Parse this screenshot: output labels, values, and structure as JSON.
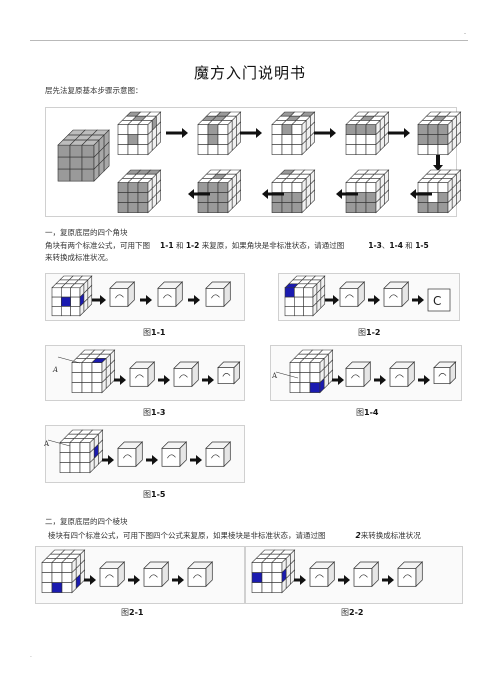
{
  "header": {
    "dot": "-"
  },
  "title": "魔方入门说明书",
  "intro": "层先法复原基本步骤示意图：",
  "section1": {
    "heading": "一，复原底层的四个角块",
    "line1_a": "角块有两个标准公式，可用下图",
    "line1_ref1": "1-1",
    "line1_and": " 和 ",
    "line1_ref2": "1-2",
    "line1_b": " 来复原，如果角块是非标准状态，请通过图",
    "line1_ref3": "1-3",
    "line1_sep1": "、",
    "line1_ref4": "1-4",
    "line1_and2": " 和 ",
    "line1_ref5": "1-5",
    "line2": "来转换成标准状况。",
    "captions": [
      {
        "prefix": "图",
        "num": "1-1"
      },
      {
        "prefix": "图",
        "num": "1-2"
      },
      {
        "prefix": "图",
        "num": "1-3"
      },
      {
        "prefix": "图",
        "num": "1-4"
      },
      {
        "prefix": "图",
        "num": "1-5"
      }
    ],
    "labels": {
      "a": "A",
      "c": "C"
    }
  },
  "section2": {
    "heading": "二，复原底层的四个棱块",
    "line1": "棱块有四个标准公式，可用下图四个公式来复原，如果棱块是非标准状态，请通过图",
    "line1_ref": "2",
    "line1_b": "来转换成标准状况",
    "captions": [
      {
        "prefix": "图",
        "num": "2-1"
      },
      {
        "prefix": "图",
        "num": "2-2"
      }
    ]
  },
  "footer": {
    "dot": "."
  },
  "colors": {
    "accent": "#1b1bb0",
    "cube_gray": "#9a9a9a",
    "cube_light": "#e8e8e8"
  }
}
